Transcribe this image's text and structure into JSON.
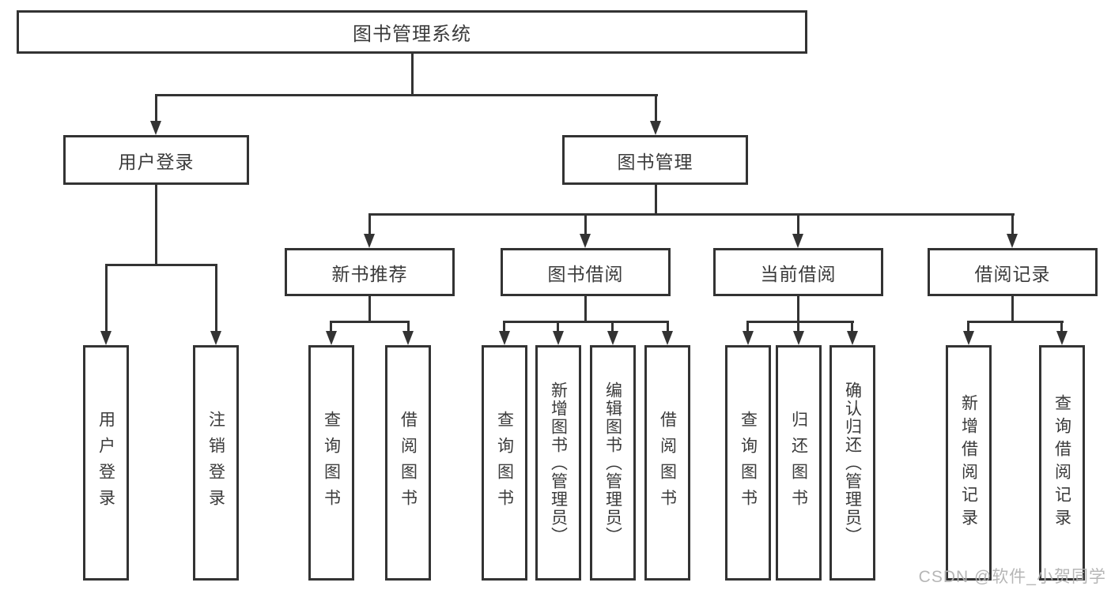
{
  "colors": {
    "line": "#333333",
    "box_background": "#ffffff",
    "text": "#3b3b3b",
    "watermark": "#b2b2b2"
  },
  "watermark": "CSDN @软件_小贺同学",
  "tree": {
    "root": {
      "label": "图书管理系统"
    },
    "level2": [
      {
        "label": "用户登录"
      },
      {
        "label": "图书管理"
      }
    ],
    "level3": [
      {
        "label": "新书推荐"
      },
      {
        "label": "图书借阅"
      },
      {
        "label": "当前借阅"
      },
      {
        "label": "借阅记录"
      }
    ],
    "leaves": {
      "user_login_group": [
        "用户登录",
        "注销登录"
      ],
      "new_book_group": [
        "查询图书",
        "借阅图书"
      ],
      "book_borrow_group": [
        "查询图书",
        "新增图书（管理员）",
        "编辑图书（管理员）",
        "借阅图书"
      ],
      "current_borrow_group": [
        "查询图书",
        "归还图书",
        "确认归还（管理员）"
      ],
      "records_group": [
        "新增借阅记录",
        "查询借阅记录"
      ]
    }
  }
}
